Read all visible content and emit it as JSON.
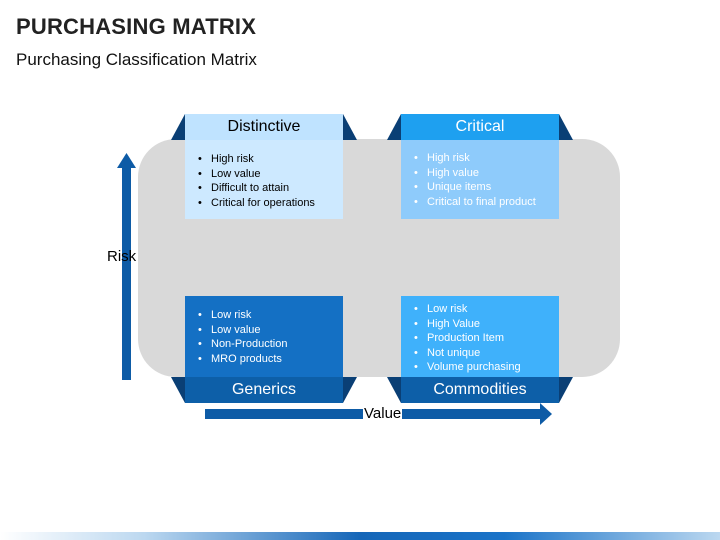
{
  "slide": {
    "title": "PURCHASING MATRIX",
    "subtitle": "Purchasing Classification Matrix"
  },
  "axes": {
    "y_label": "Risk",
    "x_label": "Value"
  },
  "quadrants": {
    "distinctive": {
      "label": "Distinctive",
      "items": [
        "High risk",
        "Low value",
        "Difficult to attain",
        "Critical for operations"
      ]
    },
    "critical": {
      "label": "Critical",
      "items": [
        "High risk",
        "High value",
        "Unique items",
        "Critical to final product"
      ]
    },
    "generics": {
      "label": "Generics",
      "items": [
        "Low risk",
        "Low value",
        "Non-Production",
        "MRO products"
      ]
    },
    "commodities": {
      "label": "Commodities",
      "items": [
        "Low risk",
        "High Value",
        "Production Item",
        "Not unique",
        "Volume purchasing"
      ]
    }
  },
  "colors": {
    "arrow": "#0d5ba6",
    "panel": "#d9d9d9",
    "dark_wing": "#0a3f75"
  }
}
